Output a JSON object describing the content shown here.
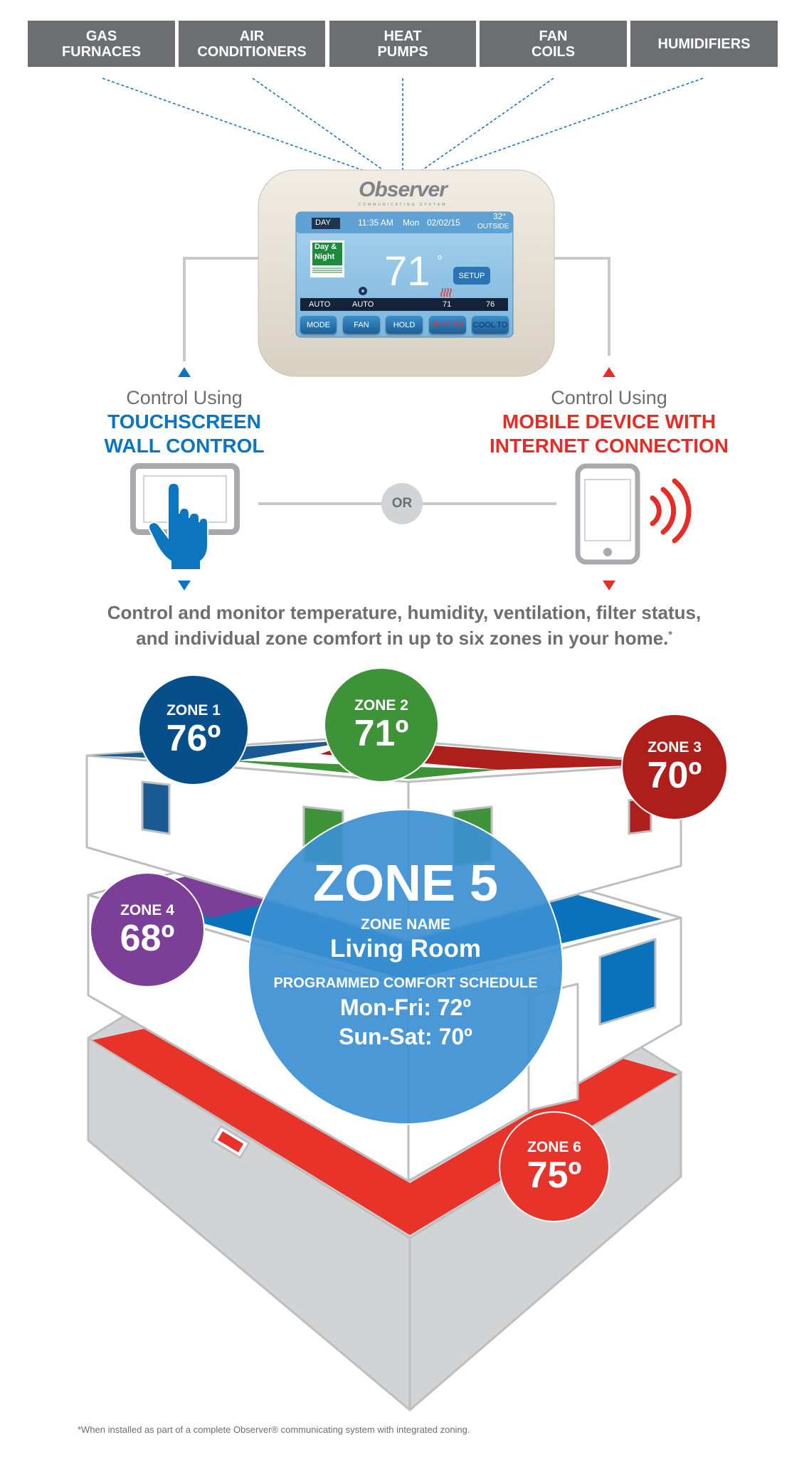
{
  "equipment": [
    "GAS\nFURNACES",
    "AIR\nCONDITIONERS",
    "HEAT\nPUMPS",
    "FAN\nCOILS",
    "HUMIDIFIERS"
  ],
  "thermostat": {
    "brand": "Observer",
    "brand_sub": "COMMUNICATING SYSTEM",
    "mode_badge": "DAY",
    "time": "11:35 AM",
    "day": "Mon",
    "date": "02/02/15",
    "outside_temp": "32°",
    "outside_label": "OUTSIDE",
    "logo_line1": "Day &",
    "logo_line2": "Night",
    "current_temp": "71",
    "degree": "°",
    "setup": "SETUP",
    "status": [
      "AUTO",
      "AUTO",
      "71",
      "76"
    ],
    "buttons": [
      "MODE",
      "FAN",
      "HOLD",
      "HEAT TO",
      "COOL TO"
    ]
  },
  "left_option": {
    "line1": "Control Using",
    "line2": "TOUCHSCREEN",
    "line3": "WALL CONTROL"
  },
  "right_option": {
    "line1": "Control Using",
    "line2": "MOBILE DEVICE WITH",
    "line3": "INTERNET CONNECTION"
  },
  "or_label": "OR",
  "description": {
    "line1": "Control and monitor temperature, humidity, ventilation, filter status,",
    "line2": "and individual zone comfort in up to six zones in your home.",
    "asterisk": "*"
  },
  "zones": [
    {
      "label": "ZONE 1",
      "temp": "76º",
      "color": "#064f8b"
    },
    {
      "label": "ZONE 2",
      "temp": "71º",
      "color": "#3e9339"
    },
    {
      "label": "ZONE 3",
      "temp": "70º",
      "color": "#ae1f1c"
    },
    {
      "label": "ZONE 4",
      "temp": "68º",
      "color": "#7b3f98"
    },
    {
      "label": "ZONE 6",
      "temp": "75º",
      "color": "#e8332a"
    }
  ],
  "zone5": {
    "label": "ZONE 5",
    "name_label": "ZONE NAME",
    "name": "Living Room",
    "schedule_label": "PROGRAMMED COMFORT SCHEDULE",
    "schedule": [
      "Mon-Fri: 72º",
      "Sun-Sat: 70º"
    ],
    "color": "#3b8fd1"
  },
  "footnote": "*When installed as part of a complete Observer® communicating system with integrated zoning."
}
